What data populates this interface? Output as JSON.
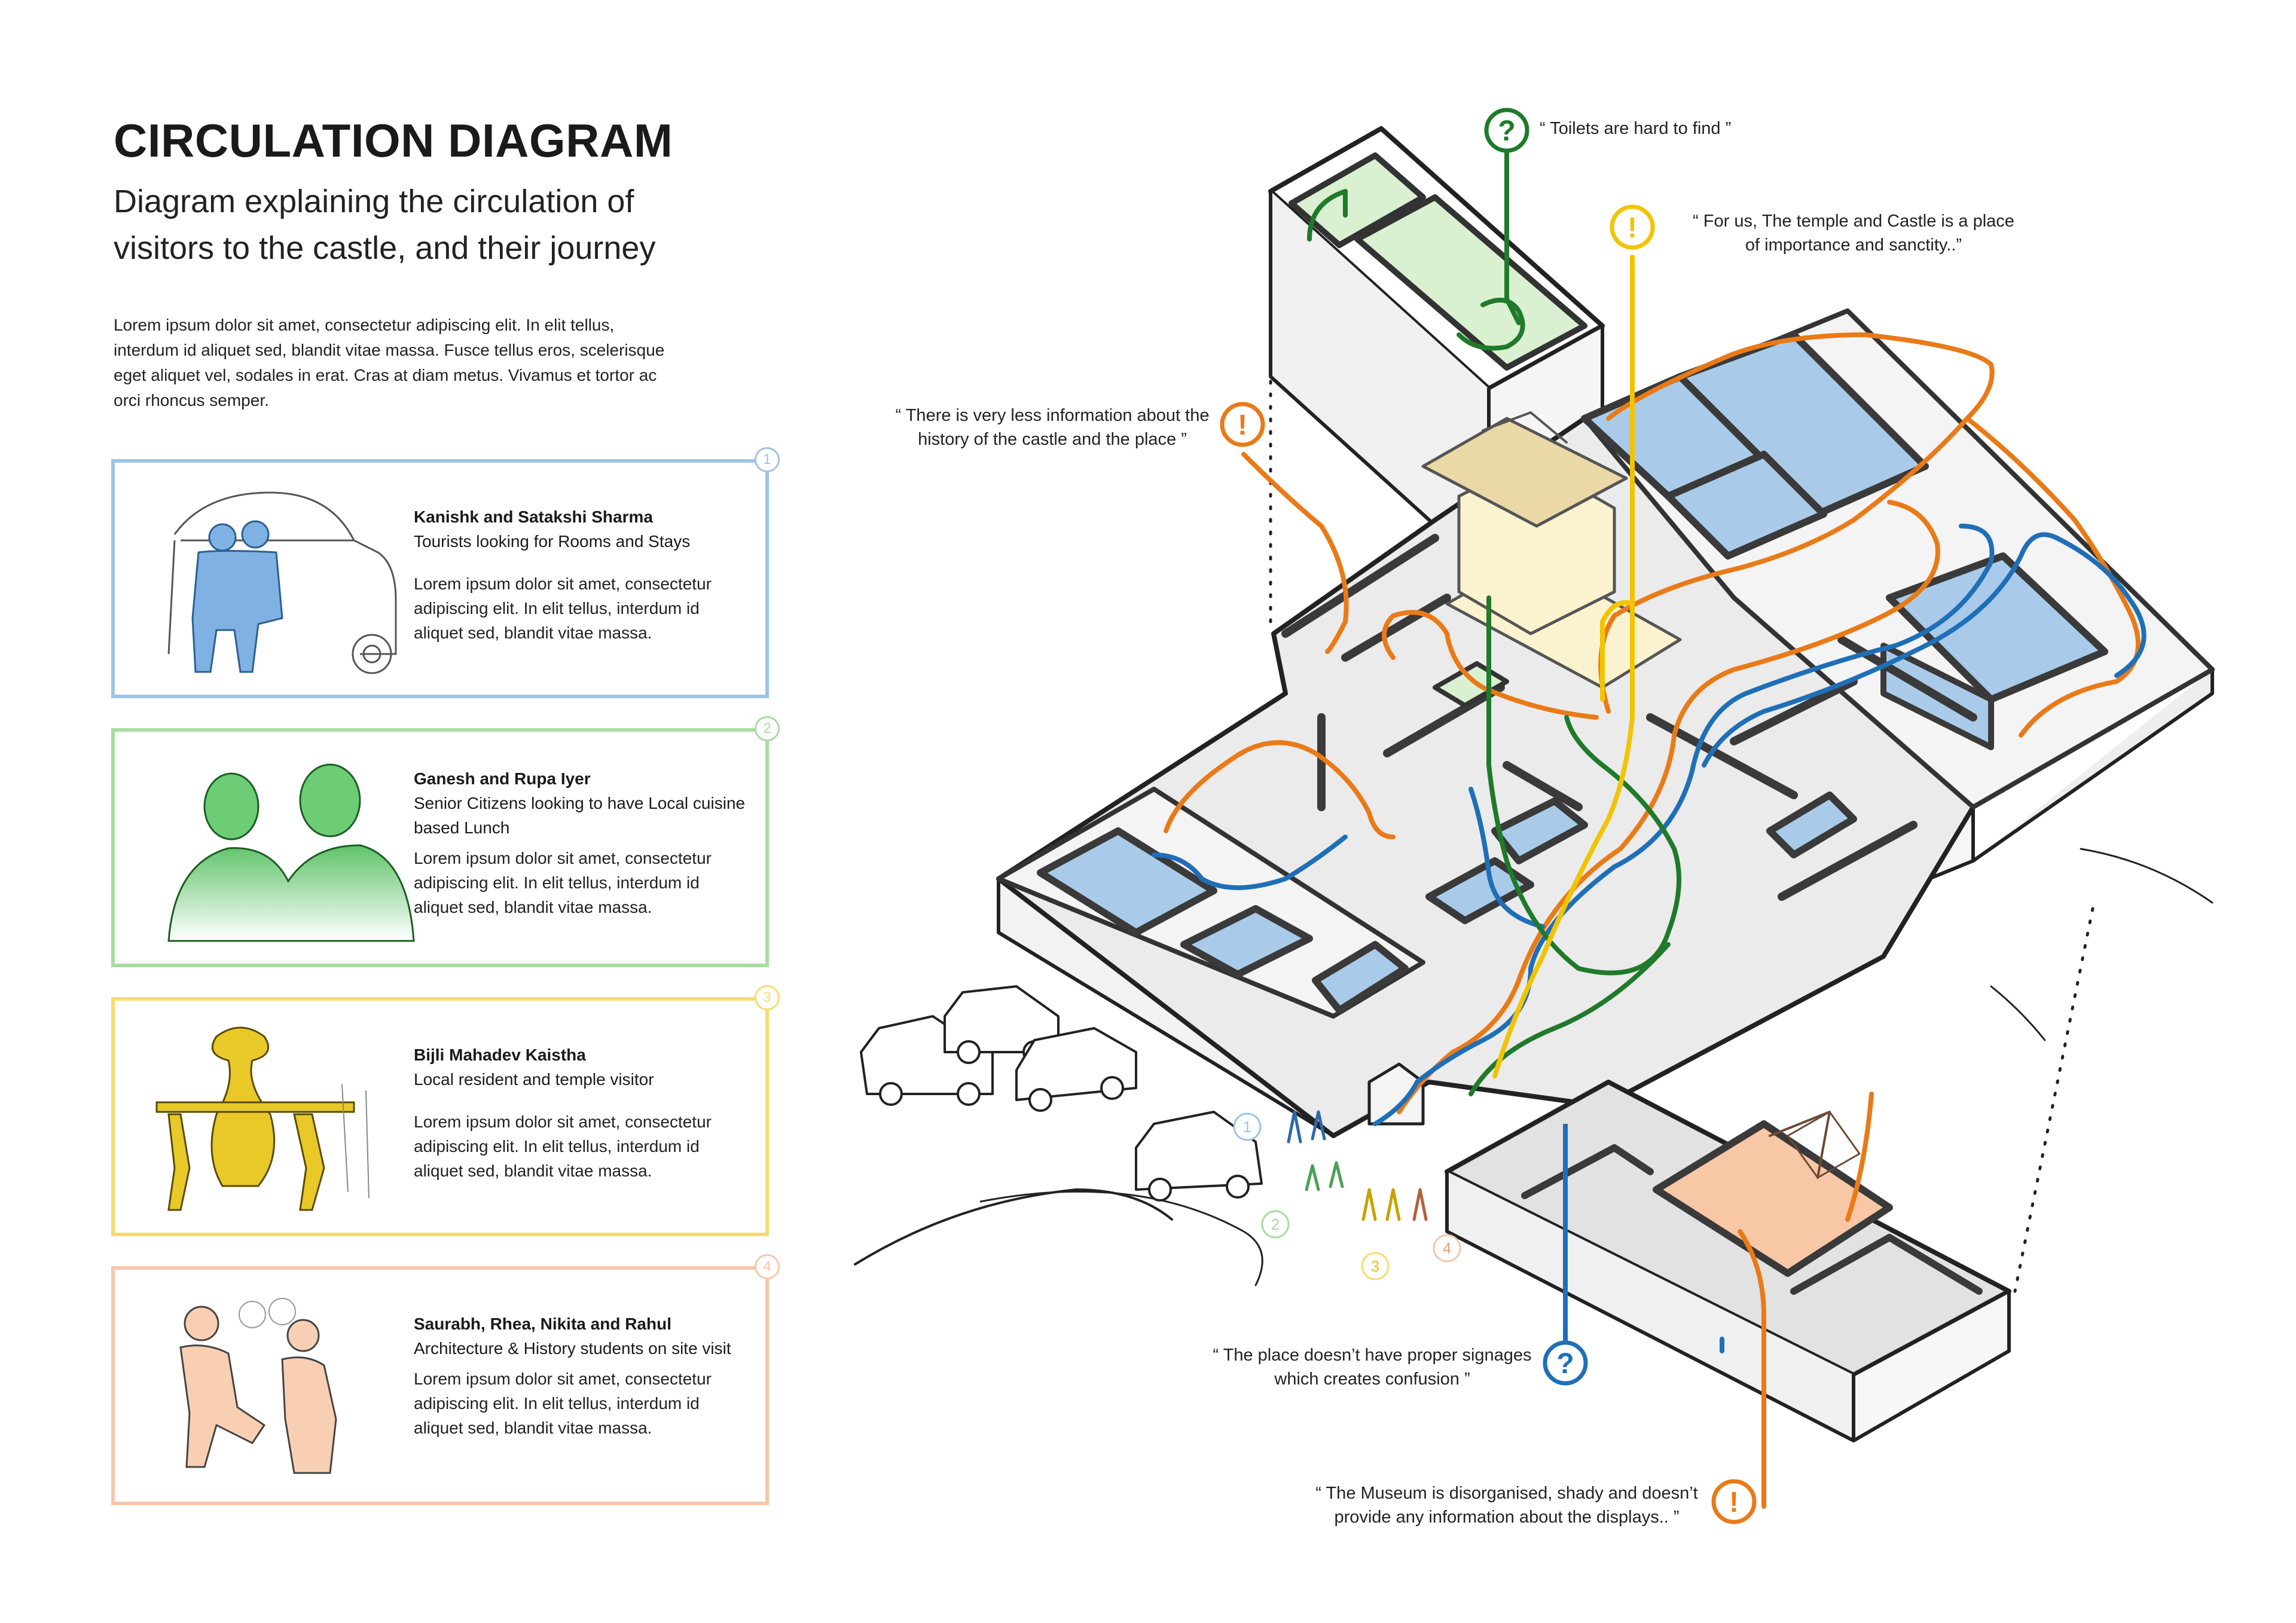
{
  "title": "CIRCULATION DIAGRAM",
  "subtitle": "Diagram explaining the circulation of visitors to the castle, and their journey",
  "intro": "Lorem ipsum dolor sit amet, consectetur adipiscing elit. In elit tellus, interdum id aliquet sed, blandit vitae massa. Fusce tellus eros, scelerisque eget aliquet vel, sodales in erat. Cras at diam metus. Vivamus et tortor ac orci rhoncus semper.",
  "personas": [
    {
      "number": "1",
      "name": "Kanishk and Satakshi Sharma",
      "role": "Tourists looking for Rooms and Stays",
      "body": "Lorem ipsum dolor sit amet, consectetur adipiscing elit. In elit tellus, interdum id aliquet sed, blandit vitae massa.",
      "color": "#9ec3e6"
    },
    {
      "number": "2",
      "name": "Ganesh and Rupa Iyer",
      "role": "Senior Citizens looking to have Local cuisine based Lunch",
      "body": "Lorem ipsum dolor sit amet, consectetur adipiscing elit. In elit tellus, interdum id aliquet sed, blandit vitae massa.",
      "color": "#a8dda0"
    },
    {
      "number": "3",
      "name": "Bijli Mahadev Kaistha",
      "role": "Local resident and temple visitor",
      "body": "Lorem ipsum dolor sit amet, consectetur adipiscing elit. In elit tellus, interdum id aliquet sed, blandit vitae massa.",
      "color": "#f6dc6e"
    },
    {
      "number": "4",
      "name": "Saurabh, Rhea, Nikita and Rahul",
      "role": "Architecture & History students on site visit",
      "body": "Lorem ipsum dolor sit amet, consectetur adipiscing elit. In elit tellus, interdum id aliquet sed, blandit vitae massa.",
      "color": "#f6c6aa"
    }
  ],
  "quotes": {
    "toilets": "“ Toilets are hard to find ”",
    "temple_l1": "“ For us, The temple and Castle is a place",
    "temple_l2": "of importance and sanctity..”",
    "history_l1": "“ There is very less information about the",
    "history_l2": "history of the castle and the place ”",
    "signage_l1": "“ The place doesn’t have proper signages",
    "signage_l2": "which creates confusion ”",
    "museum_l1": "“ The Museum is disorganised, shady and doesn’t",
    "museum_l2": "provide any information about the displays.. ”"
  },
  "markers": {
    "question": "?",
    "exclaim": "!",
    "people": [
      "1",
      "2",
      "3",
      "4"
    ]
  },
  "colors": {
    "blue": "#1f6fb8",
    "green": "#1f7a2a",
    "yellow": "#f2c400",
    "orange": "#ea7a17",
    "pool": "#a9cbe9",
    "toilet": "#d9f0d1",
    "temple": "#fbf3cf",
    "museum": "#f7c7a6"
  },
  "icons": [
    "question-circle-icon",
    "exclamation-circle-icon"
  ]
}
